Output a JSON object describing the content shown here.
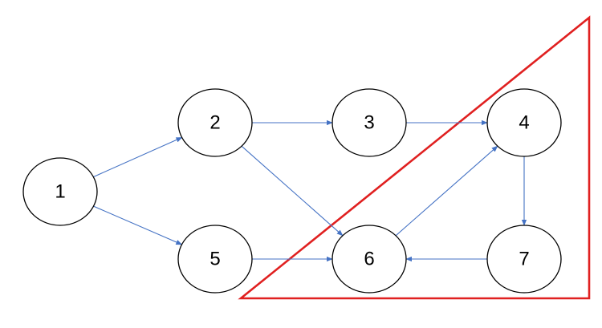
{
  "diagram": {
    "nodes": [
      {
        "id": "1",
        "label": "1"
      },
      {
        "id": "2",
        "label": "2"
      },
      {
        "id": "3",
        "label": "3"
      },
      {
        "id": "4",
        "label": "4"
      },
      {
        "id": "5",
        "label": "5"
      },
      {
        "id": "6",
        "label": "6"
      },
      {
        "id": "7",
        "label": "7"
      }
    ],
    "edges": [
      {
        "from": "1",
        "to": "2"
      },
      {
        "from": "1",
        "to": "5"
      },
      {
        "from": "2",
        "to": "3"
      },
      {
        "from": "2",
        "to": "6"
      },
      {
        "from": "3",
        "to": "4"
      },
      {
        "from": "5",
        "to": "6"
      },
      {
        "from": "6",
        "to": "4"
      },
      {
        "from": "4",
        "to": "7"
      },
      {
        "from": "7",
        "to": "6"
      }
    ],
    "highlight_region": {
      "shape": "triangle",
      "contains": [
        "4",
        "6",
        "7"
      ]
    }
  },
  "colors": {
    "edge": "#4472C4",
    "region": "#E02020",
    "node_stroke": "#000000",
    "node_fill": "#FFFFFF",
    "label": "#000000"
  }
}
